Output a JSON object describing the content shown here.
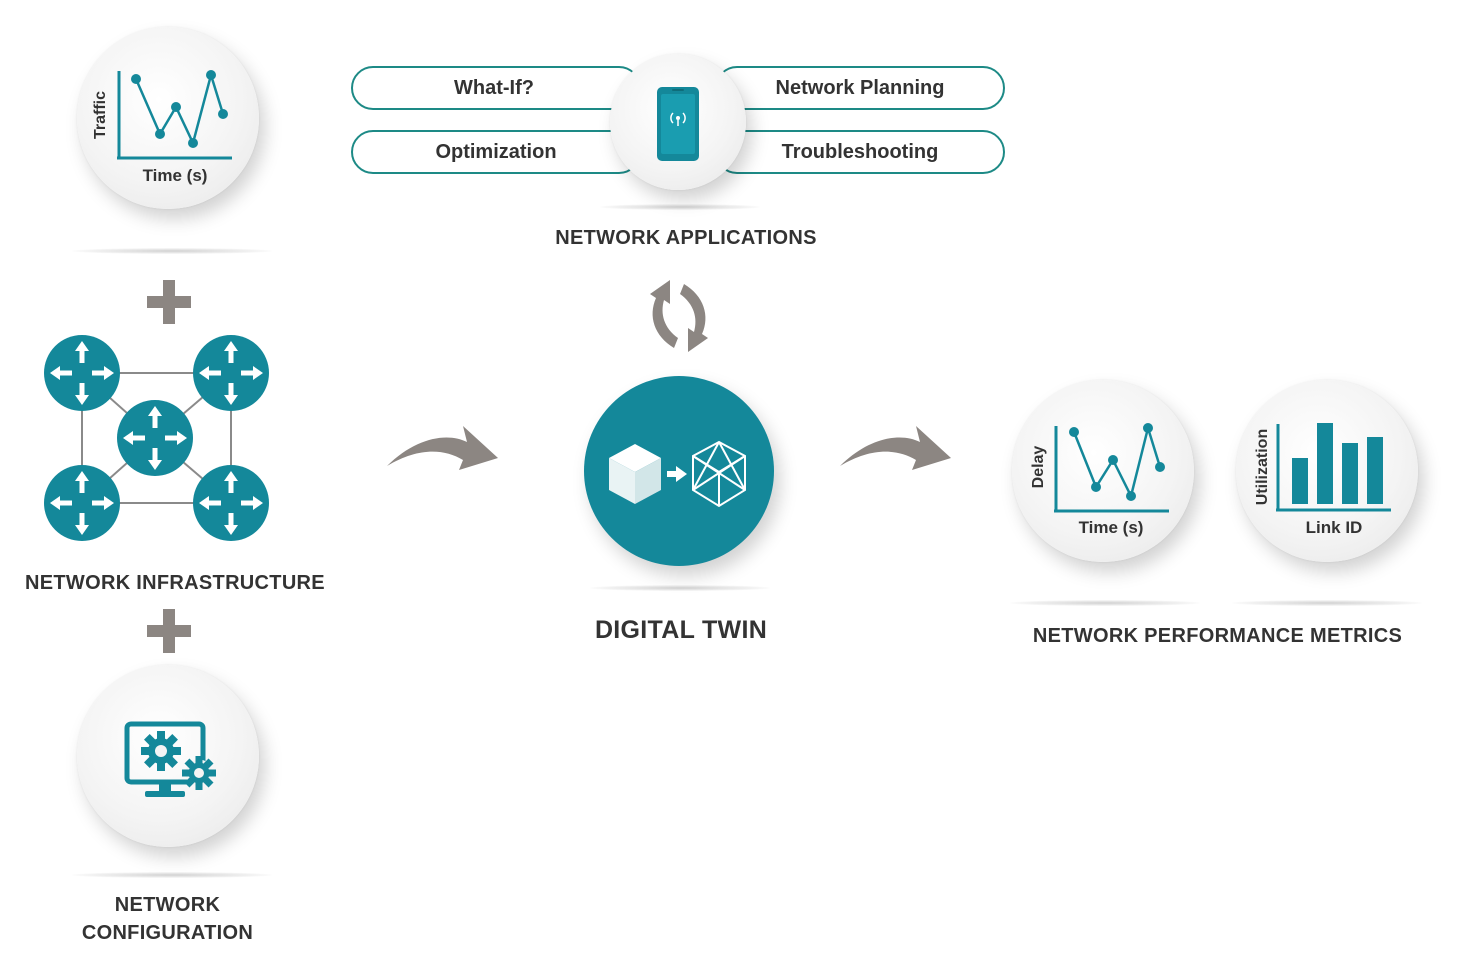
{
  "applications": {
    "pills": [
      "What-If?",
      "Network Planning",
      "Optimization",
      "Troubleshooting"
    ],
    "title": "NETWORK APPLICATIONS"
  },
  "traffic_chart": {
    "ylabel": "Traffic",
    "xlabel": "Time (s)"
  },
  "infrastructure": {
    "title": "NETWORK INFRASTRUCTURE"
  },
  "configuration": {
    "title_line1": "NETWORK",
    "title_line2": "CONFIGURATION"
  },
  "digital_twin": {
    "title": "DIGITAL TWIN"
  },
  "metrics": {
    "title": "NETWORK PERFORMANCE METRICS",
    "delay_ylabel": "Delay",
    "delay_xlabel": "Time (s)",
    "util_ylabel": "Utilization",
    "util_xlabel": "Link ID"
  },
  "colors": {
    "teal": "#14889a",
    "pill_border": "#1d8a86",
    "arrow": "#8c8682",
    "text": "#333333"
  },
  "icons": [
    "line-chart-icon",
    "router-icon",
    "computer-settings-icon",
    "smartphone-icon",
    "cycle-arrows-icon",
    "cube-transform-icon",
    "bar-chart-icon"
  ]
}
